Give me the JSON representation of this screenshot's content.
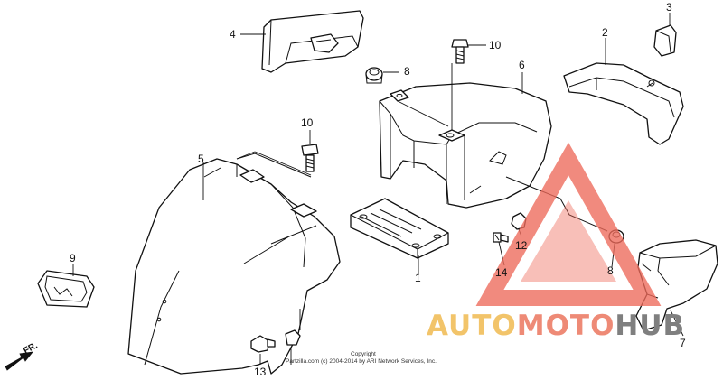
{
  "callouts": [
    {
      "id": "1",
      "label": "1"
    },
    {
      "id": "2",
      "label": "2"
    },
    {
      "id": "3",
      "label": "3"
    },
    {
      "id": "4",
      "label": "4"
    },
    {
      "id": "5",
      "label": "5"
    },
    {
      "id": "6",
      "label": "6"
    },
    {
      "id": "7",
      "label": "7"
    },
    {
      "id": "8a",
      "label": "8"
    },
    {
      "id": "8b",
      "label": "8"
    },
    {
      "id": "9",
      "label": "9"
    },
    {
      "id": "10a",
      "label": "10"
    },
    {
      "id": "10b",
      "label": "10"
    },
    {
      "id": "12",
      "label": "12"
    },
    {
      "id": "13",
      "label": "13"
    },
    {
      "id": "14",
      "label": "14"
    }
  ],
  "direction_label": "FR.",
  "copyright": {
    "line1": "Copyright",
    "line2": "Partzilla.com (c) 2004-2014 by ARI Network Services, Inc."
  },
  "watermark": {
    "part1": "AUTO",
    "part2": "MOTO",
    "part3": "HUB",
    "colors": {
      "auto": "#f2c46a",
      "moto": "#ee8a76",
      "hub": "#7f7f7f",
      "triangle": "#ee6a5a"
    }
  }
}
